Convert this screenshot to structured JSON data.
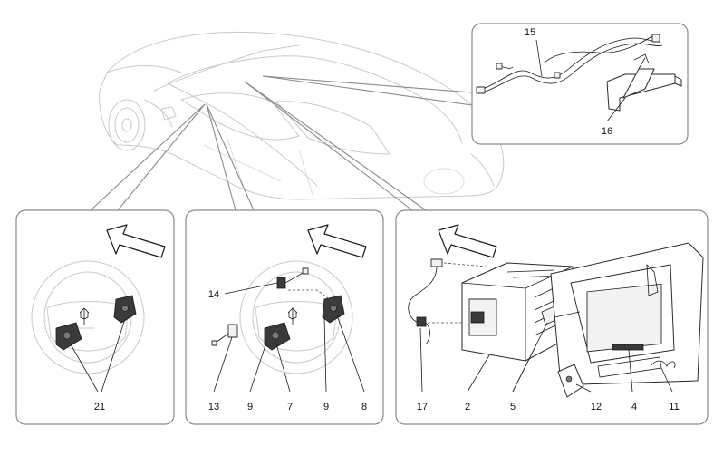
{
  "callouts": {
    "n15": "15",
    "n16": "16",
    "n14": "14",
    "n21": "21",
    "n13": "13",
    "n9a": "9",
    "n7": "7",
    "n9b": "9",
    "n8": "8",
    "n17": "17",
    "n2": "2",
    "n5": "5",
    "n12": "12",
    "n4": "4",
    "n11": "11"
  },
  "icons": {
    "direction_arrow": "arrow-icon",
    "logo_trident": "trident-icon"
  },
  "colors": {
    "car_outline": "#c9c9c9",
    "frame_border": "#8a8a8a",
    "part_stroke": "#2a2a2a"
  }
}
